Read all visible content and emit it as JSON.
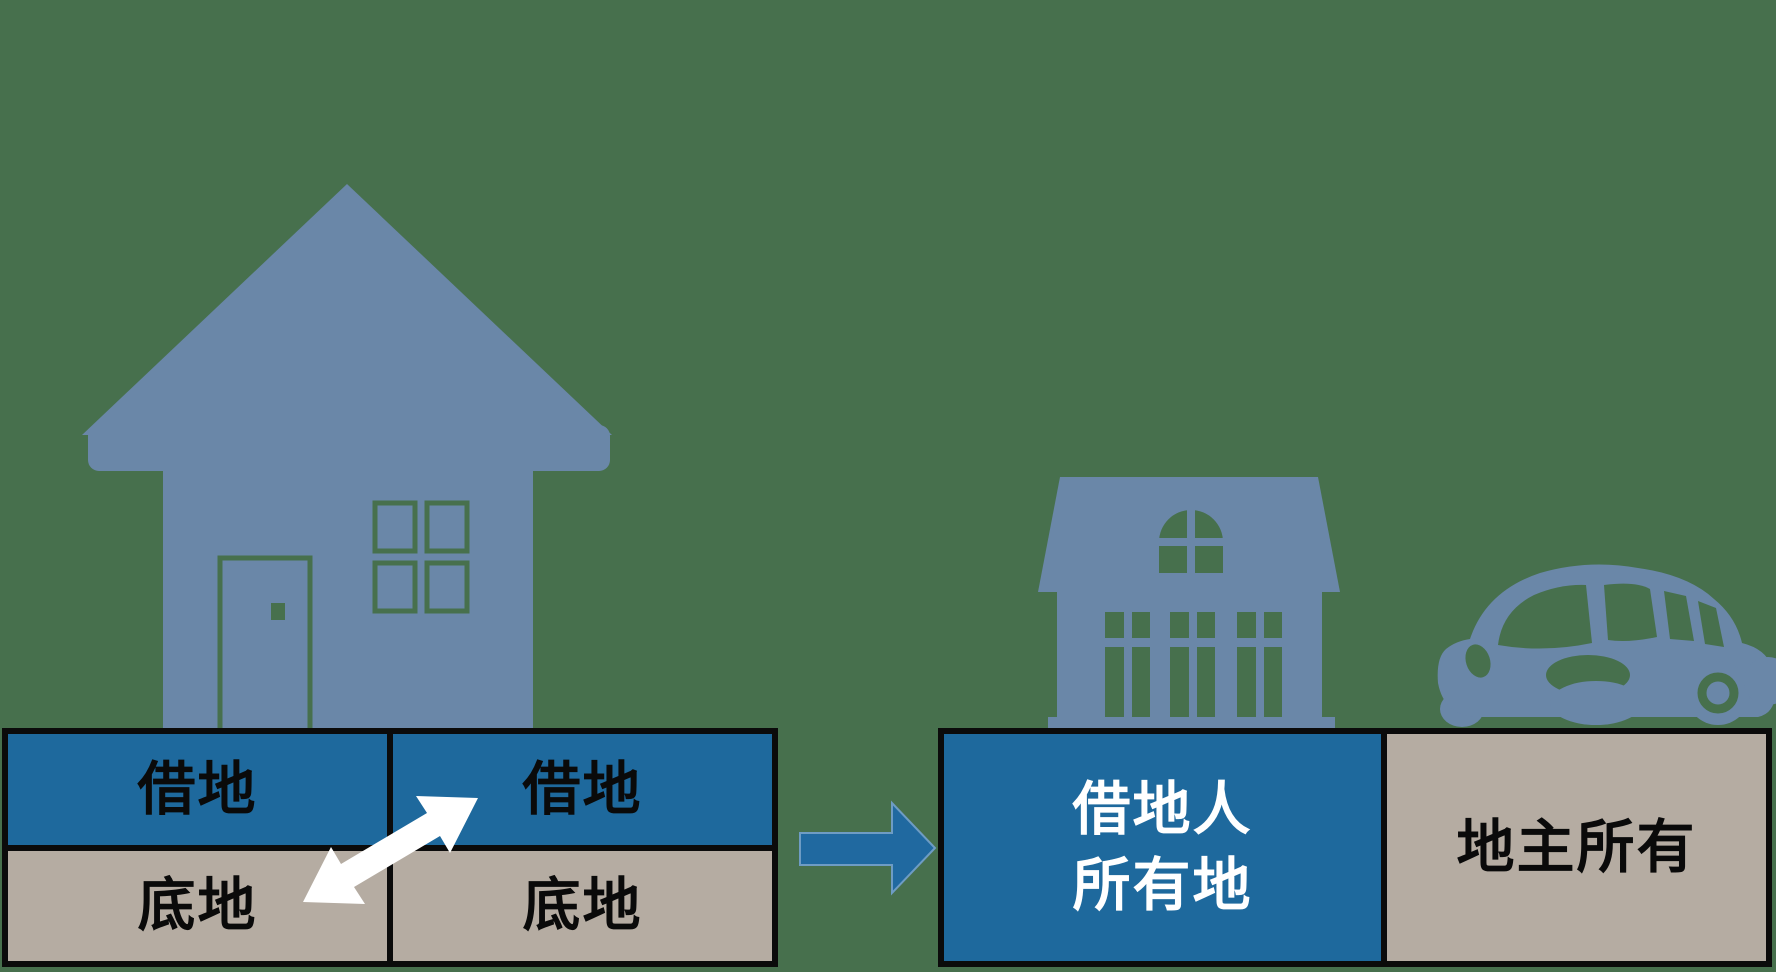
{
  "colors": {
    "background": "#47704D",
    "silhouette": "#6A87A8",
    "leased": "#1E699D",
    "owned": "#B5ACA2",
    "border": "#0B0B0B",
    "arrow": "#2069A0",
    "arrow_white": "#FFFFFF"
  },
  "left_grid": {
    "top_left": "借地",
    "top_right": "借地",
    "bottom_left": "底地",
    "bottom_right": "底地"
  },
  "right_grid": {
    "tenant_line1": "借地人",
    "tenant_line2": "所有地",
    "landlord": "地主所有"
  },
  "icons": {
    "large_house": "house-silhouette",
    "small_house": "small-house-silhouette",
    "car": "car-silhouette",
    "swap_arrow": "white-double-arrow",
    "transform_arrow": "blue-right-arrow"
  }
}
